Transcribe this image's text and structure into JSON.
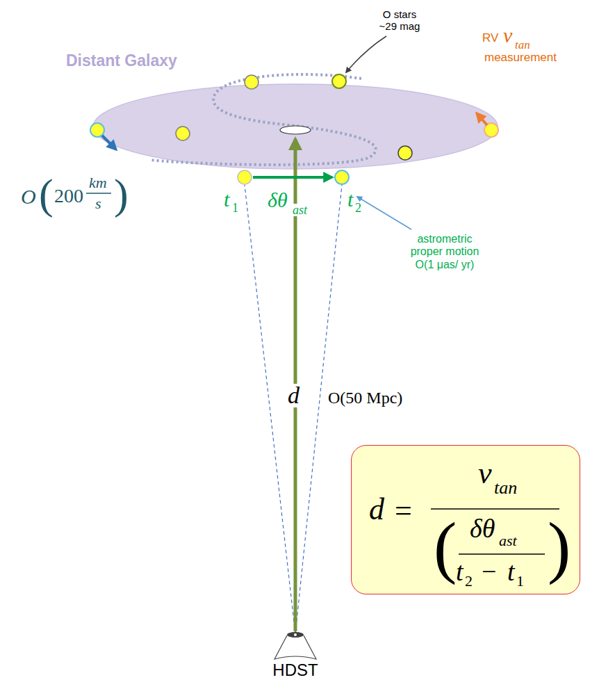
{
  "diagram": {
    "nodes": [
      {
        "text": [
          "Distant Galaxy"
        ]
      },
      {
        "text": [
          "d",
          "=",
          "v",
          "tan",
          "(",
          "δθ",
          "ast",
          "t",
          "2",
          "−",
          "t",
          "1",
          ")"
        ]
      }
    ],
    "labels": [
      "O stars ~29 mag",
      "RV",
      "v",
      "tan",
      "measurement",
      "O",
      "(",
      "200",
      "km",
      "s",
      ")",
      "t",
      "1",
      "δθ",
      "ast",
      "t",
      "2",
      "astrometric proper motion O(1 μas/ yr)",
      "d",
      "O(50 Mpc)",
      "HDST"
    ]
  }
}
